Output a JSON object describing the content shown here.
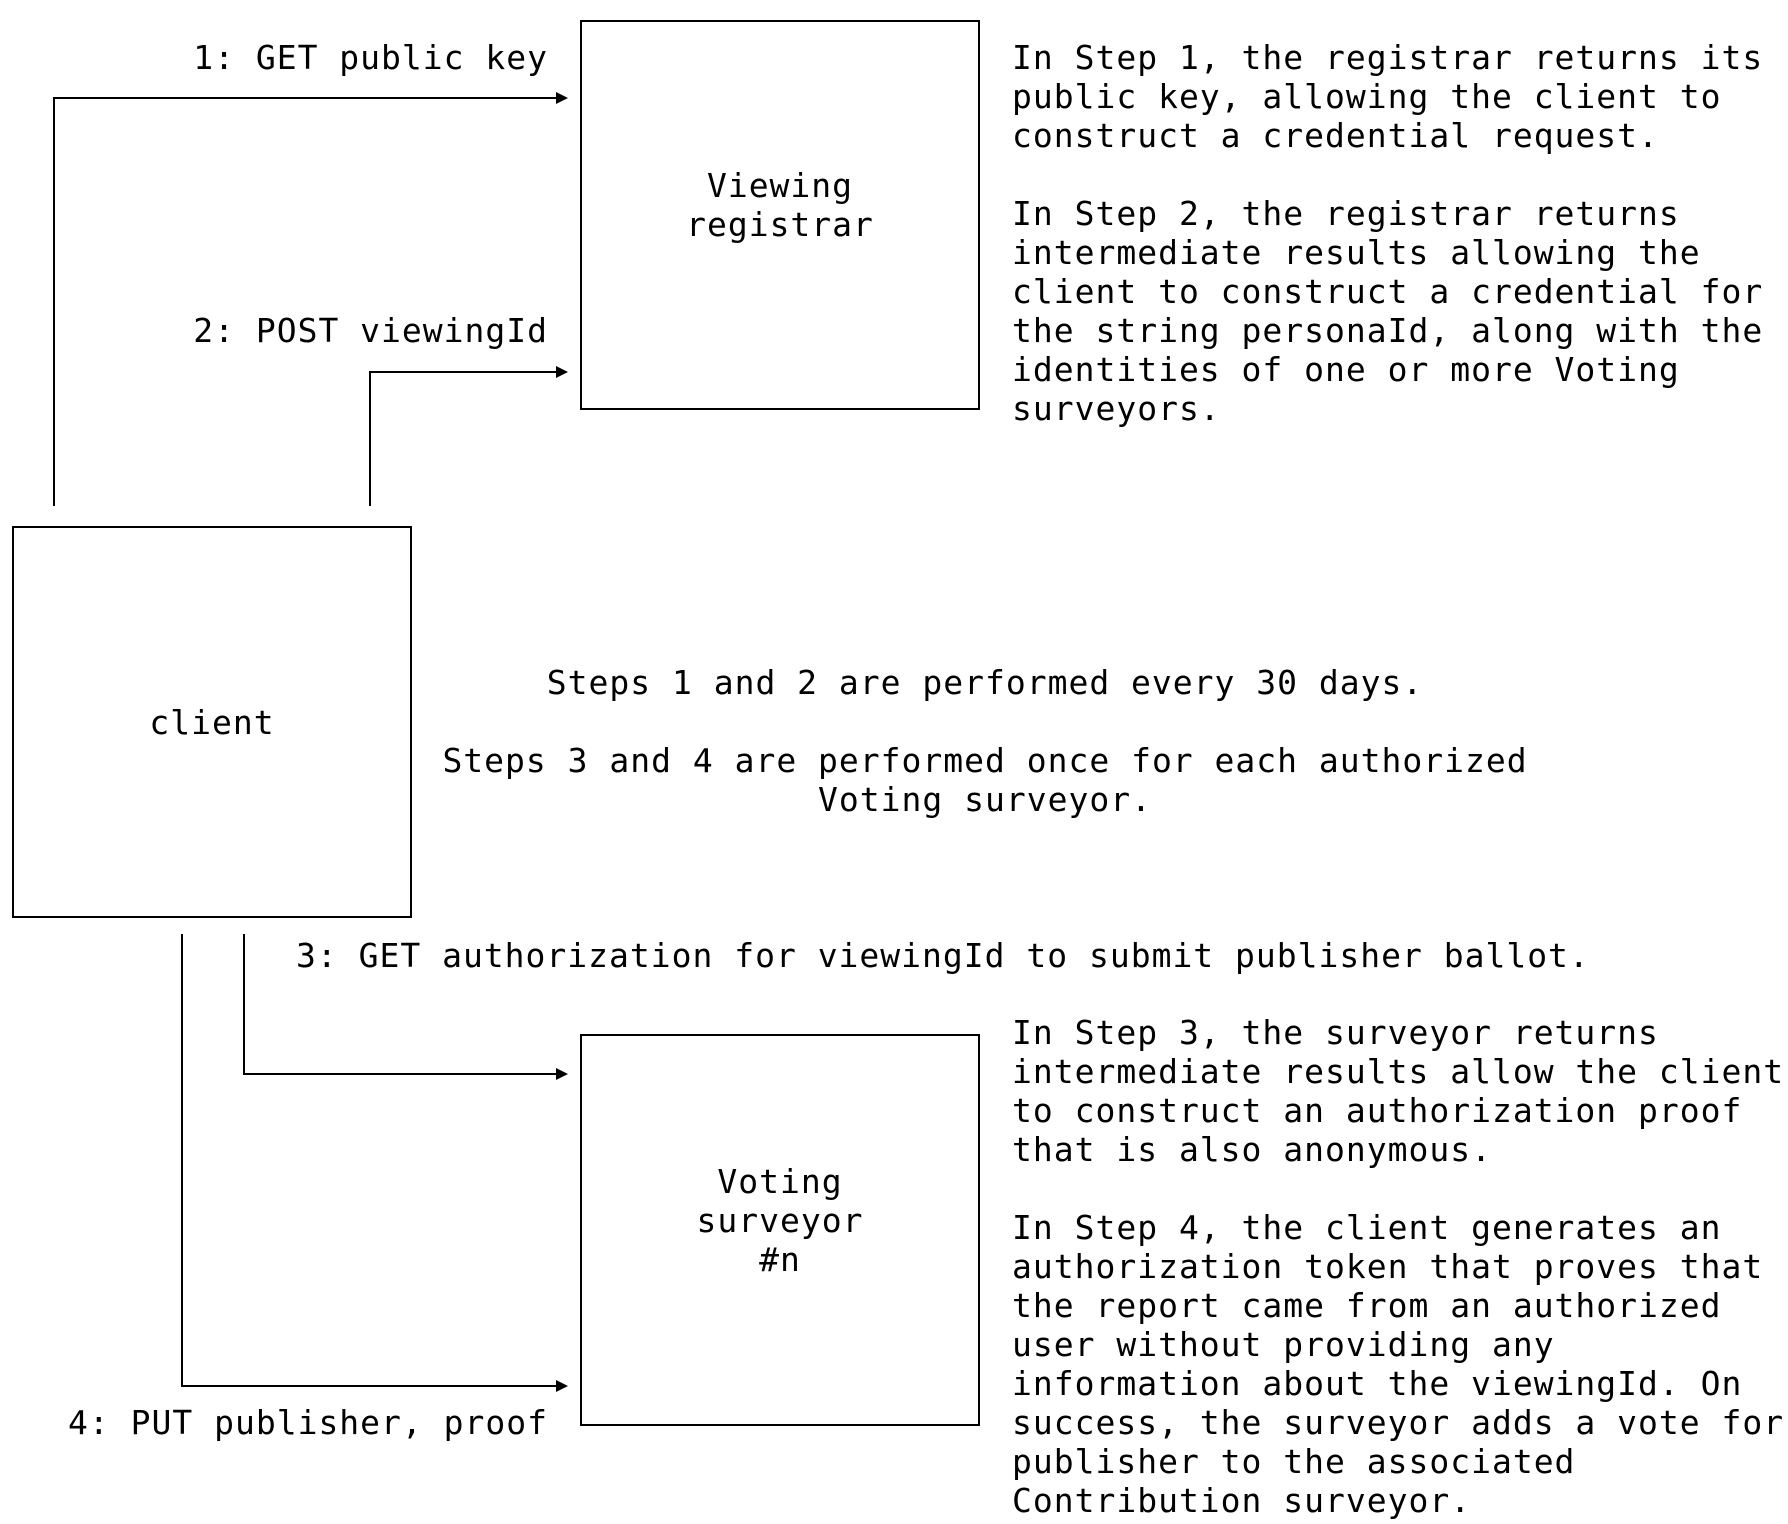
{
  "boxes": {
    "registrar": "Viewing\nregistrar",
    "client": "client",
    "surveyor": "Voting\nsurveyor\n#n"
  },
  "arrows": {
    "step1": "1: GET public key",
    "step2": "2: POST viewingId",
    "step3": "3: GET authorization for viewingId to submit publisher ballot.",
    "step4": "4: PUT publisher, proof"
  },
  "notes": {
    "registrar_steps": "In Step 1, the registrar returns its\npublic key, allowing the client to\nconstruct a credential request.\n\nIn Step 2, the registrar returns\nintermediate results allowing the\nclient to construct a credential for\nthe string personaId, along with the\nidentities of one or more Voting\nsurveyors.",
    "schedule_1_2": "Steps 1 and 2 are performed every 30 days.",
    "schedule_3_4": "Steps 3 and 4 are performed once for each authorized\nVoting surveyor.",
    "surveyor_steps": "In Step 3, the surveyor returns\nintermediate results allow the client\nto construct an authorization proof\nthat is also anonymous.\n\nIn Step 4, the client generates an\nauthorization token that proves that\nthe report came from an authorized\nuser without providing any\ninformation about the viewingId. On\nsuccess, the surveyor adds a vote for\npublisher to the associated\nContribution surveyor."
  }
}
